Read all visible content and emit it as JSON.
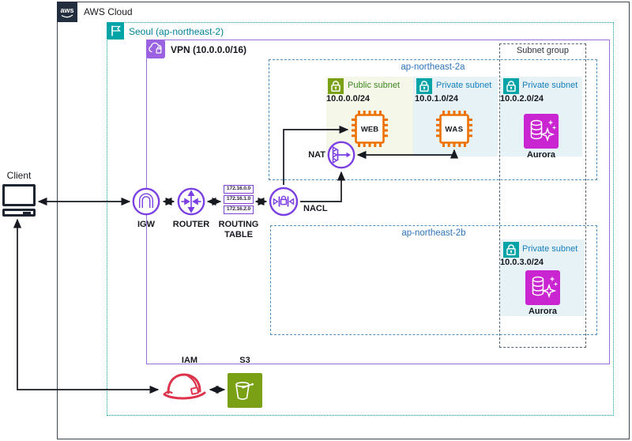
{
  "aws_cloud": {
    "label": "AWS Cloud",
    "logo_text": "aws"
  },
  "region": {
    "label": "Seoul (ap-northeast-2)"
  },
  "vpc": {
    "label": "VPN (10.0.0.0/16)"
  },
  "az_a": {
    "label": "ap-northeast-2a"
  },
  "az_b": {
    "label": "ap-northeast-2b"
  },
  "subnet_group": {
    "label": "Subnet group"
  },
  "subnets": [
    {
      "type": "public",
      "label": "Public subnet",
      "cidr": "10.0.0.0/24"
    },
    {
      "type": "private",
      "label": "Private subnet",
      "cidr": "10.0.1.0/24"
    },
    {
      "type": "private",
      "label": "Private subnet",
      "cidr": "10.0.2.0/24"
    },
    {
      "type": "private",
      "label": "Private subnet",
      "cidr": "10.0.3.0/24"
    }
  ],
  "nodes": {
    "client": {
      "label": "Client"
    },
    "igw": {
      "label": "IGW"
    },
    "router": {
      "label": "ROUTER"
    },
    "routing_table": {
      "label": "ROUTING TABLE",
      "entries": [
        "172.16.0.0",
        "172.16.1.0",
        "172.16.2.0"
      ]
    },
    "nacl": {
      "label": "NACL"
    },
    "nat": {
      "label": "NAT"
    },
    "web": {
      "label": "WEB"
    },
    "was": {
      "label": "WAS"
    },
    "aurora_a": {
      "label": "Aurora"
    },
    "aurora_b": {
      "label": "Aurora"
    },
    "iam": {
      "label": "IAM"
    },
    "s3": {
      "label": "S3"
    }
  },
  "colors": {
    "navy": "#232f3e",
    "teal": "#00a4a6",
    "purple": "#8146d4",
    "az_blue": "#2e73b8",
    "orange": "#ed7100",
    "magenta": "#c925d1",
    "green": "#7aa116",
    "crimson": "#dd344c",
    "public_subnet_bg": "#f5f8e9",
    "private_subnet_bg": "#e7f2f6",
    "arrow": "#16191f"
  }
}
